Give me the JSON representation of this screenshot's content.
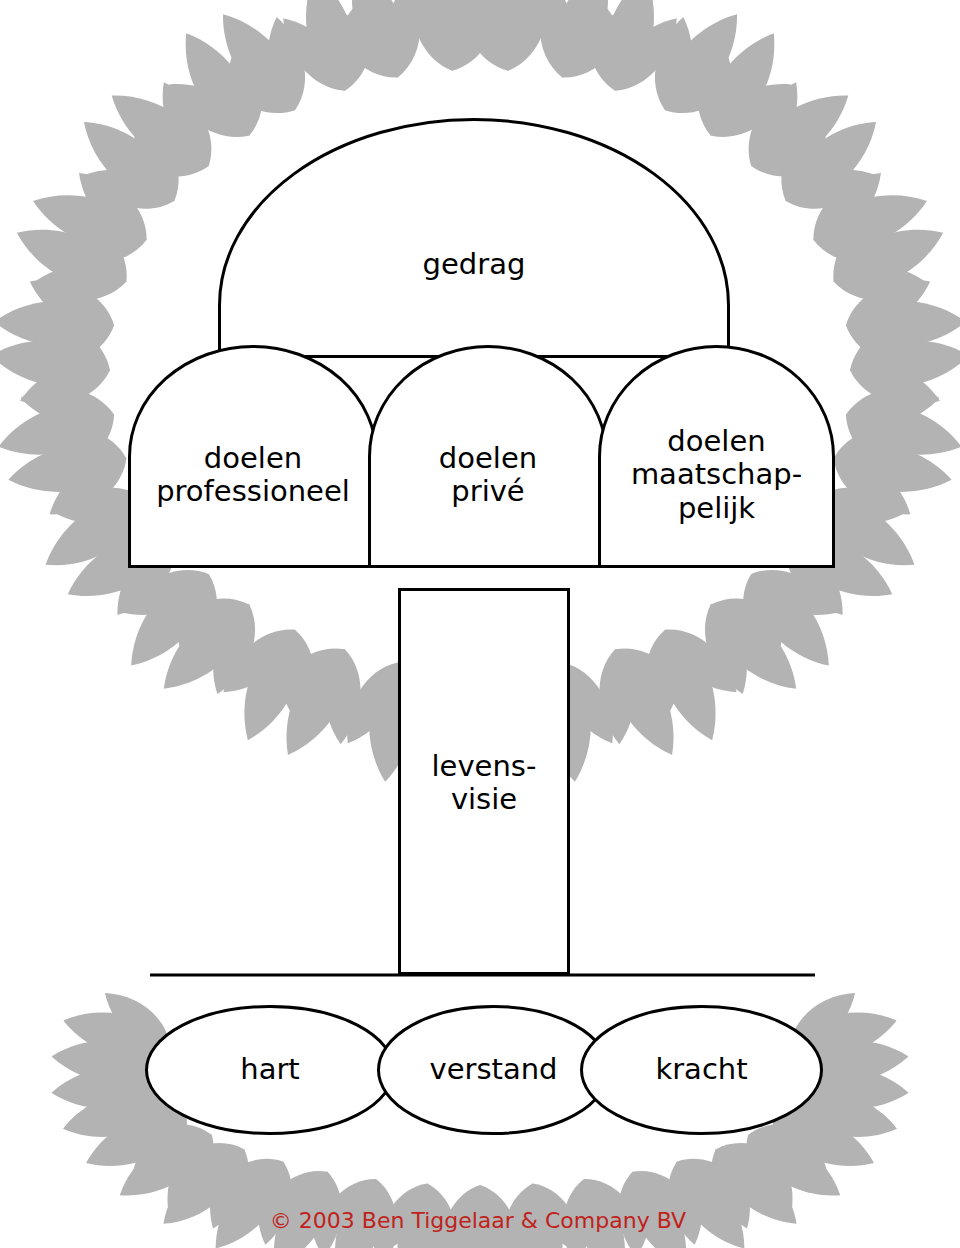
{
  "diagram": {
    "nodes": [
      {
        "text": [
          "gedrag"
        ]
      },
      {
        "text": [
          "doelen professioneel"
        ]
      },
      {
        "text": [
          "doelen privé"
        ]
      },
      {
        "text": [
          "doelen maatschap- pelijk"
        ]
      },
      {
        "text": [
          "levens- visie"
        ]
      },
      {
        "text": [
          "hart"
        ]
      },
      {
        "text": [
          "verstand"
        ]
      },
      {
        "text": [
          "kracht"
        ]
      }
    ],
    "labels": [
      "© 2003 Ben Tiggelaar & Company BV"
    ]
  }
}
